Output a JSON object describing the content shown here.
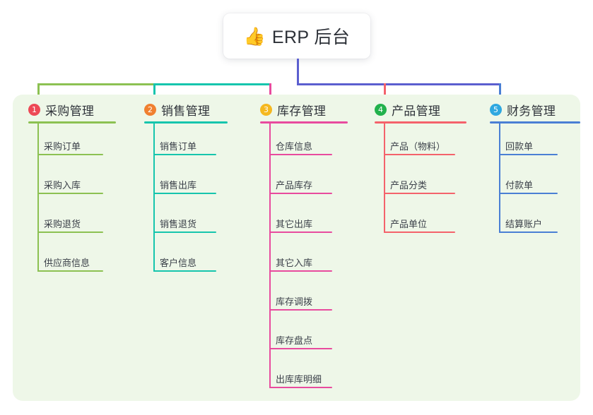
{
  "root": {
    "icon": "thumbs-up-icon",
    "icon_glyph": "👍",
    "title": "ERP 后台"
  },
  "colors": {
    "page_background": "#ffffff",
    "panel_background": "#eef7e8",
    "root_text": "#2d3138",
    "leaf_text": "#3b4049",
    "bus_left": "#8cc152",
    "bus_mid": "#16c5ad",
    "bus_right": "#5b5fcf"
  },
  "columns": [
    {
      "index": "1",
      "badge_glyph": "1",
      "badge_color": "#ed4956",
      "accent": "#8cc152",
      "title": "采购管理",
      "items": [
        "采购订单",
        "采购入库",
        "采购退货",
        "供应商信息"
      ]
    },
    {
      "index": "2",
      "badge_glyph": "2",
      "badge_color": "#f08030",
      "accent": "#16c5ad",
      "title": "销售管理",
      "items": [
        "销售订单",
        "销售出库",
        "销售退货",
        "客户信息"
      ]
    },
    {
      "index": "3",
      "badge_glyph": "3",
      "badge_color": "#f5b820",
      "accent": "#e84b9e",
      "title": "库存管理",
      "items": [
        "仓库信息",
        "产品库存",
        "其它出库",
        "其它入库",
        "库存调拨",
        "库存盘点",
        "出库库明细"
      ]
    },
    {
      "index": "4",
      "badge_glyph": "4",
      "badge_color": "#22b14c",
      "accent": "#f4626b",
      "title": "产品管理",
      "items": [
        "产品（物料）",
        "产品分类",
        "产品单位"
      ]
    },
    {
      "index": "5",
      "badge_glyph": "5",
      "badge_color": "#2fa8e0",
      "accent": "#4a7fd4",
      "title": "财务管理",
      "items": [
        "回款单",
        "付款单",
        "结算账户"
      ]
    }
  ]
}
